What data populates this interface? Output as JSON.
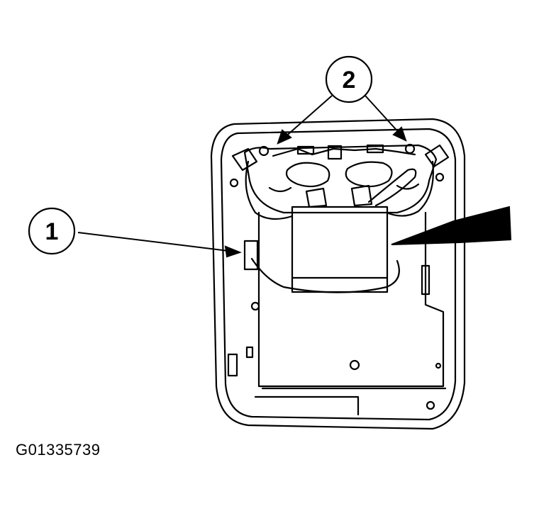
{
  "callouts": [
    {
      "id": "1",
      "label": "1"
    },
    {
      "id": "2",
      "label": "2"
    }
  ],
  "figure_code": "G01335739",
  "colors": {
    "ink": "#000000",
    "paper": "#ffffff"
  }
}
